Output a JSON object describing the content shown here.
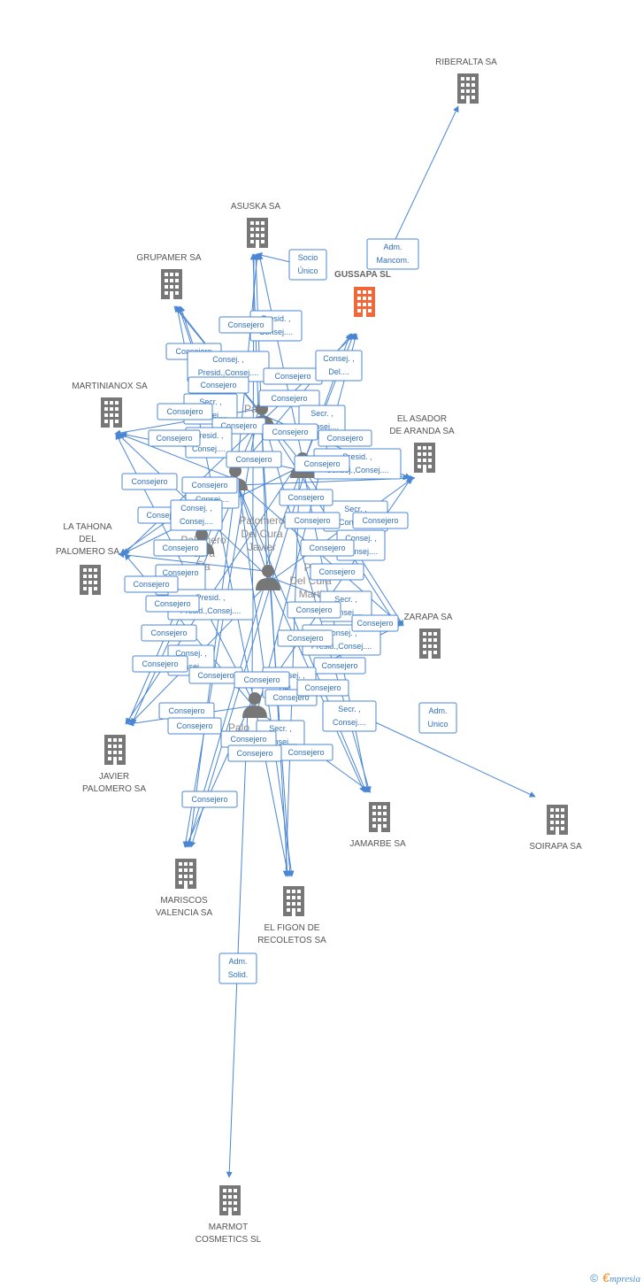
{
  "colors": {
    "edge": "#4a86d4",
    "building": "#777777",
    "focus_building": "#f0683a",
    "person": "#777777",
    "text": "#555555"
  },
  "companies": [
    {
      "id": "riberalta",
      "label": [
        "RIBERALTA SA"
      ],
      "icon": "building-icon"
    },
    {
      "id": "asuska",
      "label": [
        "ASUSKA SA"
      ],
      "icon": "building-icon"
    },
    {
      "id": "grupamer",
      "label": [
        "GRUPAMER SA"
      ],
      "icon": "building-icon"
    },
    {
      "id": "gussapa",
      "label": [
        "GUSSAPA SL"
      ],
      "icon": "building-icon",
      "focus": true
    },
    {
      "id": "martinianox",
      "label": [
        "MARTINIANOX SA"
      ],
      "icon": "building-icon"
    },
    {
      "id": "asador",
      "label": [
        "EL ASADOR",
        "DE ARANDA SA"
      ],
      "icon": "building-icon"
    },
    {
      "id": "tahona",
      "label": [
        "LA TAHONA",
        "DEL",
        "PALOMERO SA"
      ],
      "icon": "building-icon"
    },
    {
      "id": "zarapa",
      "label": [
        "ZARAPA SA"
      ],
      "icon": "building-icon"
    },
    {
      "id": "javier",
      "label": [
        "JAVIER",
        "PALOMERO SA"
      ],
      "icon": "building-icon"
    },
    {
      "id": "jamarbe",
      "label": [
        "JAMARBE SA"
      ],
      "icon": "building-icon"
    },
    {
      "id": "soirapa",
      "label": [
        "SOIRAPA SA"
      ],
      "icon": "building-icon"
    },
    {
      "id": "mariscos",
      "label": [
        "MARISCOS",
        "VALENCIA SA"
      ],
      "icon": "building-icon"
    },
    {
      "id": "figon",
      "label": [
        "EL FIGON DE",
        "RECOLETOS SA"
      ],
      "icon": "building-icon"
    },
    {
      "id": "marmot",
      "label": [
        "MARMOT",
        "COSMETICS SL"
      ],
      "icon": "building-icon"
    }
  ],
  "people": [
    {
      "id": "p1",
      "label": [
        "Palo",
        "a"
      ],
      "icon": "person-icon"
    },
    {
      "id": "p2",
      "label": [],
      "icon": "person-icon"
    },
    {
      "id": "p3",
      "label": [
        "Palomero",
        "Del Cura",
        "Javier"
      ],
      "icon": "person-icon"
    },
    {
      "id": "p4",
      "label": [
        "Pa",
        "Del Cura",
        "Marti"
      ],
      "icon": "person-icon"
    },
    {
      "id": "p5",
      "label": [
        "Palomero",
        "Cura",
        "Ña"
      ],
      "icon": "person-icon"
    },
    {
      "id": "p6",
      "label": [
        "Palo"
      ],
      "icon": "person-icon"
    }
  ],
  "relations": [
    {
      "lines": [
        "Adm.",
        "Mancom."
      ]
    },
    {
      "lines": [
        "Socio",
        "Único"
      ]
    },
    {
      "lines": [
        "Presid. ,",
        "Consej...."
      ]
    },
    {
      "lines": [
        "Consejero"
      ]
    },
    {
      "lines": [
        "Consejero"
      ]
    },
    {
      "lines": [
        "Consej. ,",
        "Presid.,Consej...."
      ]
    },
    {
      "lines": [
        "Consejero"
      ]
    },
    {
      "lines": [
        "Consej. ,",
        "Del...."
      ]
    },
    {
      "lines": [
        "Consejero"
      ]
    },
    {
      "lines": [
        "Consejero"
      ]
    },
    {
      "lines": [
        "Secr. ,",
        "Consej...."
      ]
    },
    {
      "lines": [
        "Consejero"
      ]
    },
    {
      "lines": [
        "Secr. ,",
        "Consej...."
      ]
    },
    {
      "lines": [
        "Consejero"
      ]
    },
    {
      "lines": [
        "Presid. ,",
        "Consej...."
      ]
    },
    {
      "lines": [
        "Consejero"
      ]
    },
    {
      "lines": [
        "Consejero"
      ]
    },
    {
      "lines": [
        "Consejero"
      ]
    },
    {
      "lines": [
        "Consejero"
      ]
    },
    {
      "lines": [
        "Presid. ,",
        "Consej.,Consej...."
      ]
    },
    {
      "lines": [
        "Consejero"
      ]
    },
    {
      "lines": [
        "Consejero"
      ]
    },
    {
      "lines": [
        "Consej. ,",
        "Consej...."
      ]
    },
    {
      "lines": [
        "Consejero"
      ]
    },
    {
      "lines": [
        "Secr. ,",
        "Consej...."
      ]
    },
    {
      "lines": [
        "Consejero"
      ]
    },
    {
      "lines": [
        "Consejero"
      ]
    },
    {
      "lines": [
        "Consejero"
      ]
    },
    {
      "lines": [
        "Consej. ,",
        "Consej...."
      ]
    },
    {
      "lines": [
        "Consejero"
      ]
    },
    {
      "lines": [
        "Consejero"
      ]
    },
    {
      "lines": [
        "Consej. ,",
        "Consej...."
      ]
    },
    {
      "lines": [
        "Consejero"
      ]
    },
    {
      "lines": [
        "Consejero"
      ]
    },
    {
      "lines": [
        "Consejero"
      ]
    },
    {
      "lines": [
        "Presid. ,",
        "Presid.,Consej...."
      ]
    },
    {
      "lines": [
        "Consejero"
      ]
    },
    {
      "lines": [
        "Secr. ,",
        "Consej...."
      ]
    },
    {
      "lines": [
        "Consejero"
      ]
    },
    {
      "lines": [
        "Consejero"
      ]
    },
    {
      "lines": [
        "Consej. ,",
        "Presid.,Consej...."
      ]
    },
    {
      "lines": [
        "Consejero"
      ]
    },
    {
      "lines": [
        "Consejero"
      ]
    },
    {
      "lines": [
        "Consej. ,",
        "Consej...."
      ]
    },
    {
      "lines": [
        "Consejero"
      ]
    },
    {
      "lines": [
        "Consejero"
      ]
    },
    {
      "lines": [
        "Consejero"
      ]
    },
    {
      "lines": [
        "Consej. ,",
        "Del...."
      ]
    },
    {
      "lines": [
        "Consejero"
      ]
    },
    {
      "lines": [
        "Consejero"
      ]
    },
    {
      "lines": [
        "Secr. ,",
        "Consej...."
      ]
    },
    {
      "lines": [
        "Consejero"
      ]
    },
    {
      "lines": [
        "Consejero"
      ]
    },
    {
      "lines": [
        "Consejero"
      ]
    },
    {
      "lines": [
        "Secr. ,",
        "Consej...."
      ]
    },
    {
      "lines": [
        "Consejero"
      ]
    },
    {
      "lines": [
        "Consejero"
      ]
    },
    {
      "lines": [
        "Consejero"
      ]
    },
    {
      "lines": [
        "Consejero"
      ]
    },
    {
      "lines": [
        "Consejero"
      ]
    },
    {
      "lines": [
        "Adm.",
        "Unico"
      ]
    },
    {
      "lines": [
        "Adm.",
        "Solid."
      ]
    }
  ],
  "footer": {
    "copyright": "©",
    "brand_initial": "€",
    "brand_rest": "mpresia"
  }
}
